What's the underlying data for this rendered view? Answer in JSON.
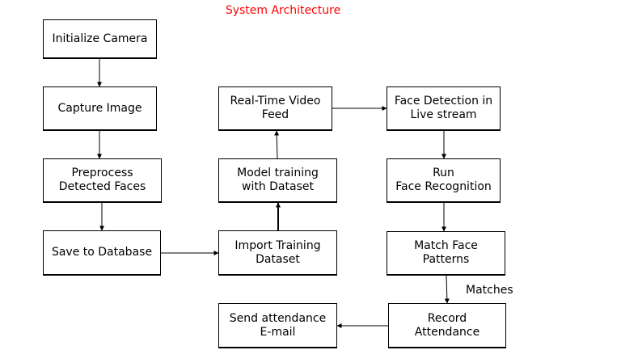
{
  "title": "System Architecture",
  "nodes": {
    "init_camera": "Initialize Camera",
    "capture_image": "Capture Image",
    "preprocess": "Preprocess\nDetected Faces",
    "save_db": "Save to Database",
    "video_feed": "Real-Time Video\nFeed",
    "model_training": "Model training\nwith Dataset",
    "import_dataset": "Import Training\nDataset",
    "send_email": "Send attendance\nE-mail",
    "face_detection": "Face Detection in\nLive stream",
    "face_recognition": "Run\nFace Recognition",
    "match_patterns": "Match Face\nPatterns",
    "record_attendance": "Record\nAttendance"
  },
  "edge_labels": {
    "matches": "Matches"
  },
  "colors": {
    "title": "#ff0000",
    "line": "#000000"
  }
}
